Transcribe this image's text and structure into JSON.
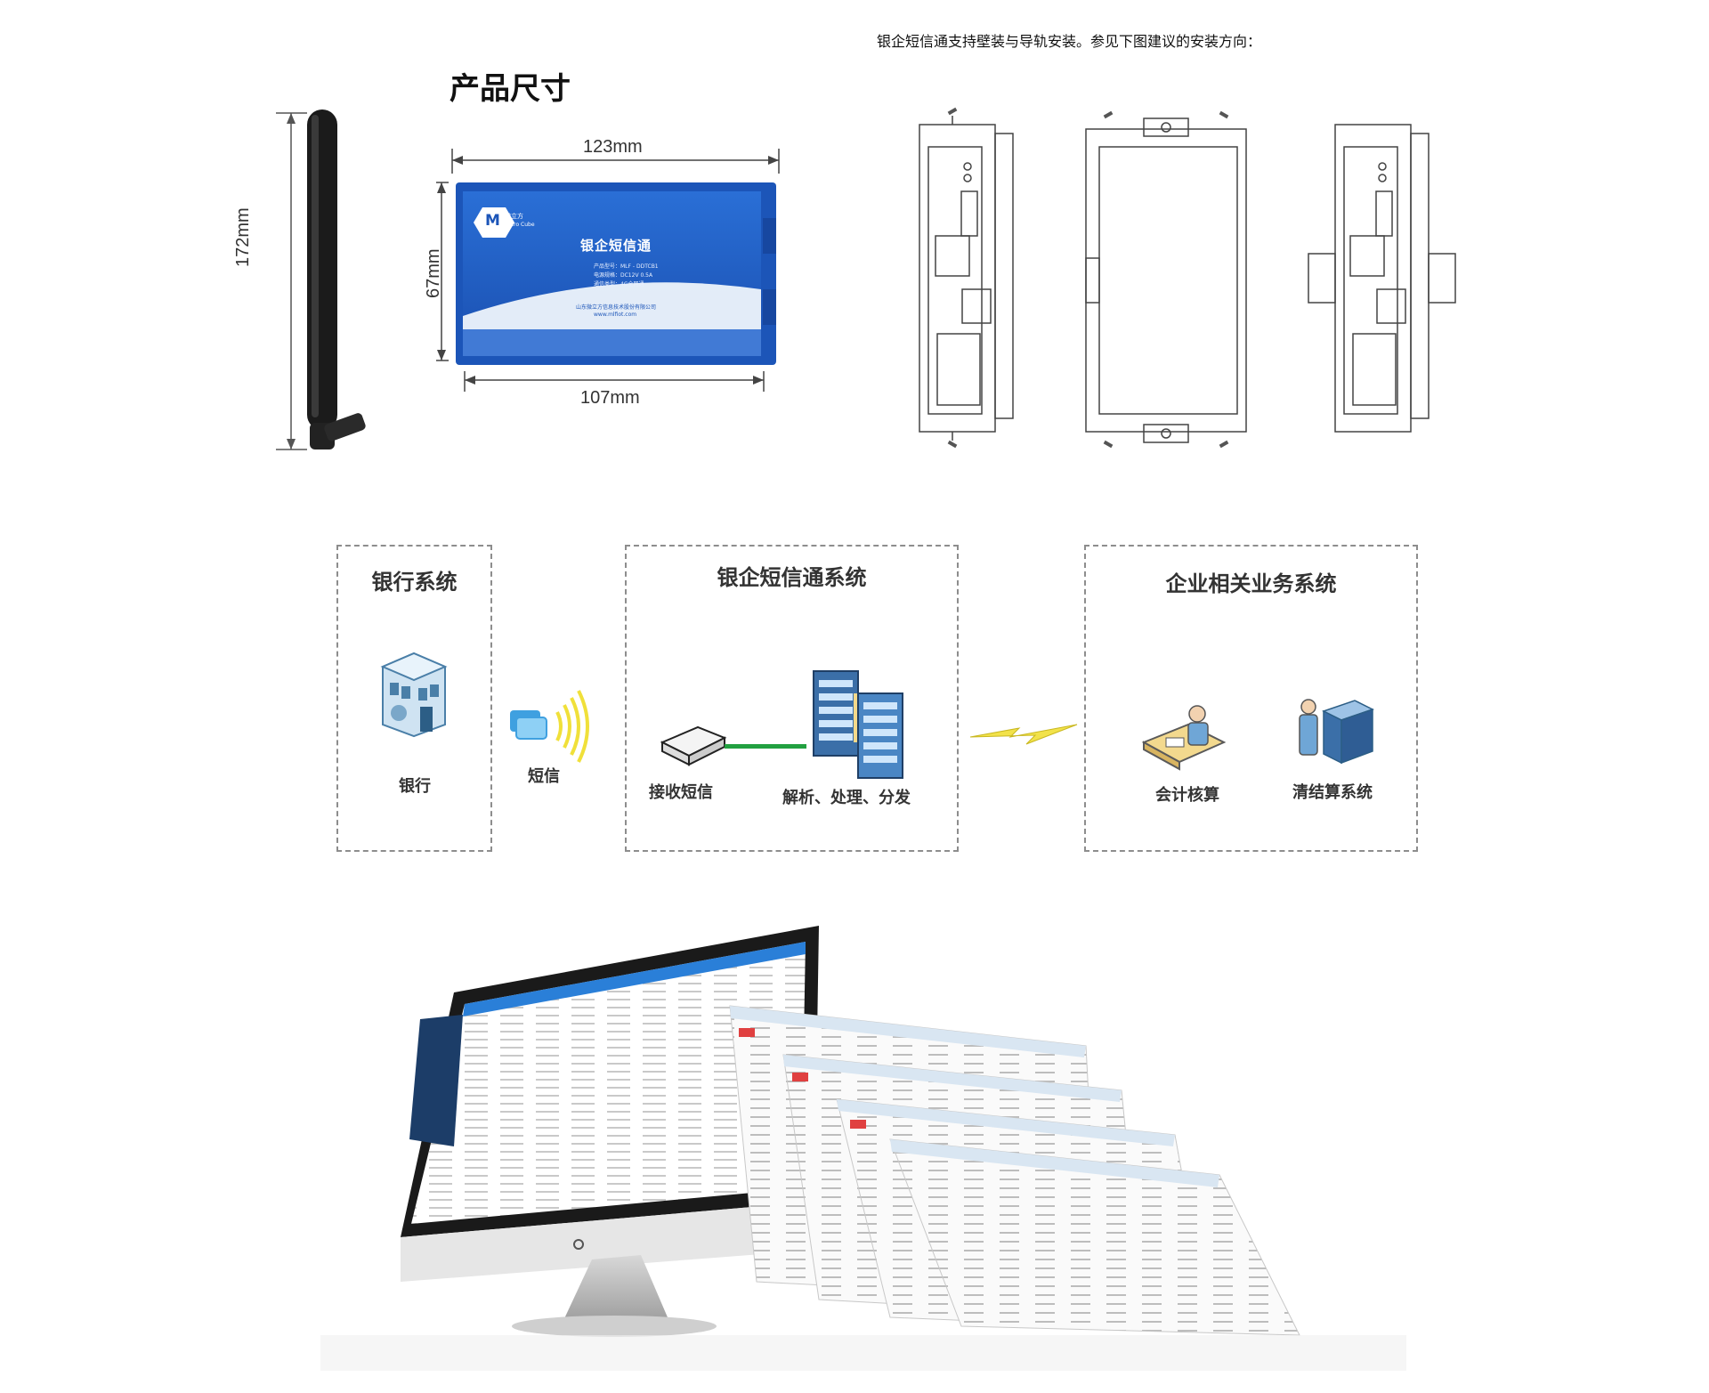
{
  "product_size": {
    "title": "产品尺寸",
    "antenna_height": "172mm",
    "width_top": "123mm",
    "height_side": "67mm",
    "width_bottom": "107mm"
  },
  "device_label": {
    "name": "银企短信通",
    "logo_letter": "M",
    "logo_brand": "微立方",
    "logo_sub": "Micro Cube",
    "spec_lines": [
      "产品型号：MLF - DDTCB1",
      "电源规格：DC12V 0.5A",
      "通信类型：4G全网通"
    ],
    "company": "山东微立方信息技术股份有限公司",
    "url": "www.mlfiot.com"
  },
  "install_note": "银企短信通支持壁装与导轨安装。参见下图建议的安装方向：",
  "system_flow": {
    "bank_system": {
      "title": "银行系统",
      "bank_label": "银行"
    },
    "sms_label": "短信",
    "sms_system": {
      "title": "银企短信通系统",
      "receive_label": "接收短信",
      "process_label": "解析、处理、分发"
    },
    "enterprise_system": {
      "title": "企业相关业务系统",
      "accounting_label": "会计核算",
      "settlement_label": "清结算系统"
    }
  },
  "colors": {
    "device_blue": "#1f5fc4",
    "link_green": "#22a040",
    "lightning": "#f2e24a",
    "dash_border": "#8d8d8d"
  }
}
